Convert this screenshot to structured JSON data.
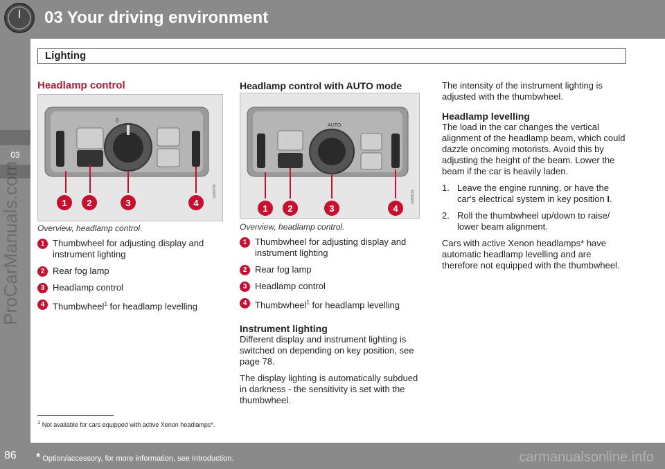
{
  "header": {
    "title": "03 Your driving environment"
  },
  "subheader": {
    "title": "Lighting"
  },
  "sidebar": {
    "chapter": "03",
    "watermark": "ProCarManuals.com"
  },
  "footer": {
    "page_number": "86",
    "note_star": "*",
    "note": "Option/accessory, for more information, see Introduction.",
    "watermark": "carmanualsonline.info"
  },
  "col1": {
    "heading": "Headlamp control",
    "figure_code": "G020794",
    "caption": "Overview, headlamp control.",
    "items": [
      {
        "n": "1",
        "text": "Thumbwheel for adjusting display and instrument lighting"
      },
      {
        "n": "2",
        "text": "Rear fog lamp"
      },
      {
        "n": "3",
        "text": "Headlamp control"
      },
      {
        "n": "4",
        "text": "Thumbwheel",
        "sup": "1",
        "rest": " for headlamp levelling"
      }
    ]
  },
  "col2": {
    "heading": "Headlamp control with AUTO mode",
    "figure_code": "G020633",
    "caption": "Overview, headlamp control.",
    "items": [
      {
        "n": "1",
        "text": "Thumbwheel for adjusting display and instrument lighting"
      },
      {
        "n": "2",
        "text": "Rear fog lamp"
      },
      {
        "n": "3",
        "text": "Headlamp control"
      },
      {
        "n": "4",
        "text": "Thumbwheel",
        "sup": "1",
        "rest": " for headlamp levelling"
      }
    ],
    "sub_heading": "Instrument lighting",
    "paragraphs": [
      "Different display and instrument lighting is switched on depending on key position, see page 78.",
      "The display lighting is automatically subdued in darkness - the sensitivity is set with the thumbwheel."
    ]
  },
  "col3": {
    "intro": "The intensity of the instrument lighting is adjusted with the thumbwheel.",
    "sub_heading": "Headlamp levelling",
    "para": "The load in the car changes the vertical alignment of the headlamp beam, which could dazzle oncoming motorists. Avoid this by adjusting the height of the beam. Lower the beam if the car is heavily laden.",
    "steps": [
      {
        "n": "1.",
        "text": "Leave the engine running, or have the car's electrical system in key position ",
        "bold": "I",
        "tail": "."
      },
      {
        "n": "2.",
        "text": "Roll the thumbwheel up/down to raise/ lower beam alignment."
      }
    ],
    "closing": "Cars with active Xenon headlamps* have automatic headlamp levelling and are therefore not equipped with the thumbwheel."
  },
  "footnote": {
    "mark": "1",
    "text": "Not available for cars equipped with active Xenon headlamps*."
  },
  "figure_labels": {
    "auto": "AUTO",
    "zero": "0"
  },
  "colors": {
    "accent": "#c8102e",
    "heading": "#b01d35",
    "band": "#8a8a8a"
  }
}
